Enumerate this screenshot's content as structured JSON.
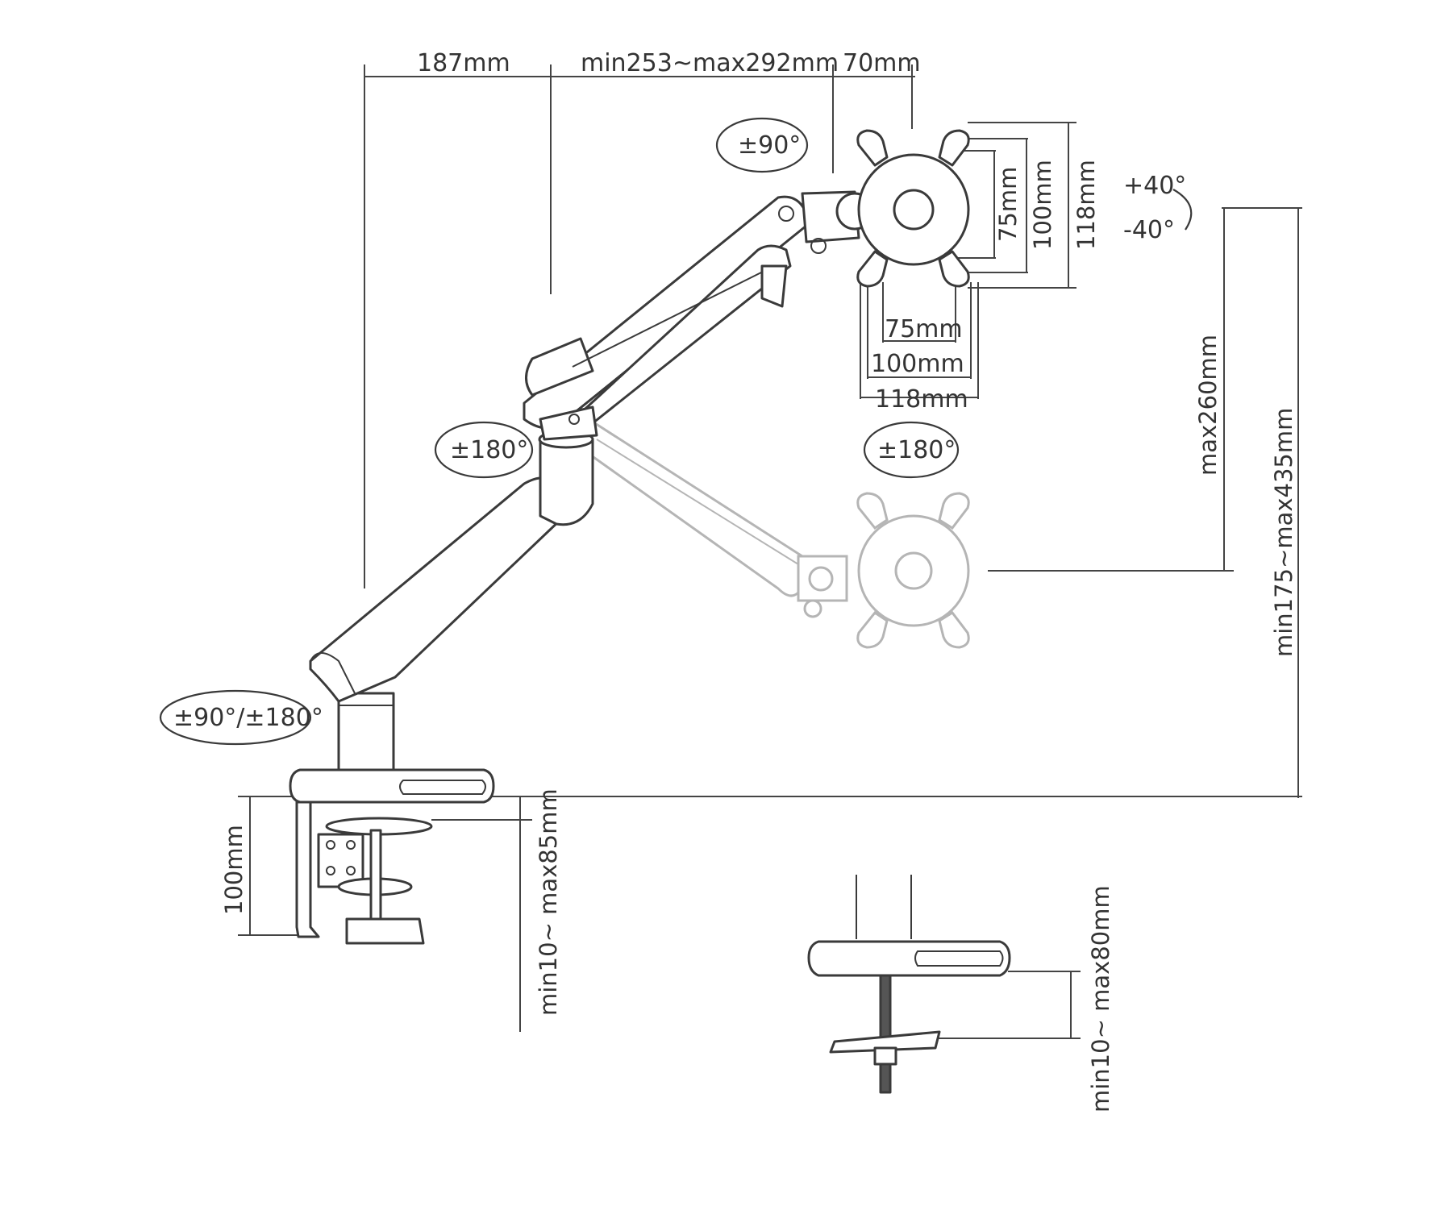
{
  "dimensions": {
    "top_arm_reach": "187mm",
    "top_arm_span": "min253~max292mm",
    "top_head_offset": "70mm",
    "vesa_v_75": "75mm",
    "vesa_v_100": "100mm",
    "vesa_v_118": "118mm",
    "vesa_h_75": "75mm",
    "vesa_h_100": "100mm",
    "vesa_h_118": "118mm",
    "max_height_drop": "max260mm",
    "total_height": "min175~max435mm",
    "clamp_height": "100mm",
    "clamp_desk_range": "min10~ max85mm",
    "grommet_desk_range": "min10~ max80mm"
  },
  "rotations": {
    "head_rotation": "±90°",
    "elbow_rotation": "±180°",
    "head_swivel": "±180°",
    "base_rotation": "±90°/±180°",
    "tilt_up": "+40°",
    "tilt_down": "-40°"
  },
  "colors": {
    "line": "#3a3a3a",
    "ghost": "#b5b5b5",
    "background": "#ffffff"
  }
}
